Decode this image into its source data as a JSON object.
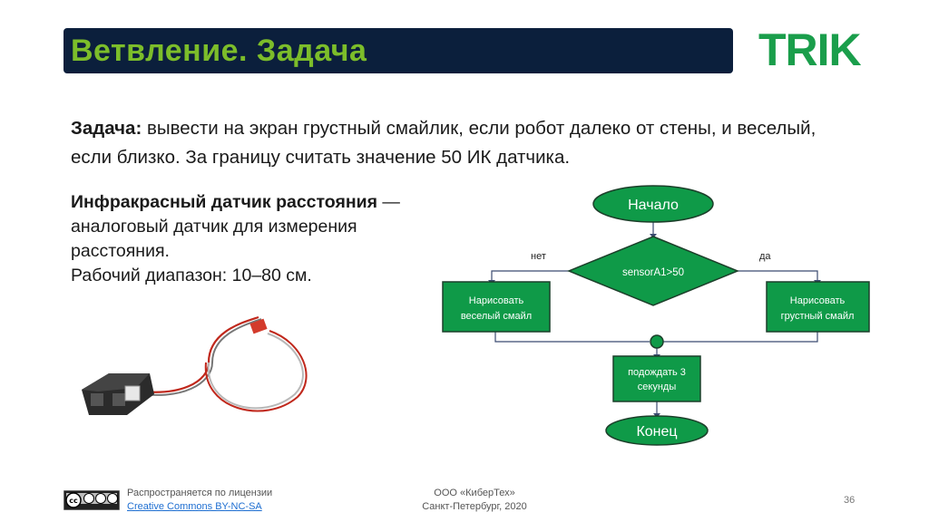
{
  "title": "Ветвление. Задача",
  "logo": "TRIK",
  "task": {
    "label": "Задача:",
    "text": " вывести на экран грустный смайлик, если робот далеко от стены, и веселый, если близко. За границу считать значение 50 ИК датчика."
  },
  "sensor": {
    "name": "Инфракрасный датчик расстояния",
    "desc": " — аналоговый датчик для измерения расстояния.",
    "range": "Рабочий диапазон: 10–80 см."
  },
  "flowchart": {
    "start": "Начало",
    "condition": "sensorA1>50",
    "no_label": "нет",
    "yes_label": "да",
    "left_box": [
      "Нарисовать",
      "веселый смайл"
    ],
    "right_box": [
      "Нарисовать",
      "грустный смайл"
    ],
    "wait_box": [
      "подождать 3",
      "секунды"
    ],
    "end": "Конец",
    "colors": {
      "fill": "#0f9a48",
      "stroke": "#1c3f2a",
      "text": "#ffffff"
    }
  },
  "footer": {
    "license_line": "Распространяется по лицензии",
    "license_link": "Creative Commons BY-NC-SA",
    "org_line1": "ООО «КиберТех»",
    "org_line2": "Санкт-Петербург, 2020",
    "page": "36"
  },
  "colors": {
    "title_bg": "#0b1f3c",
    "title_fg": "#7cbd2a",
    "logo": "#1a9e4b"
  }
}
